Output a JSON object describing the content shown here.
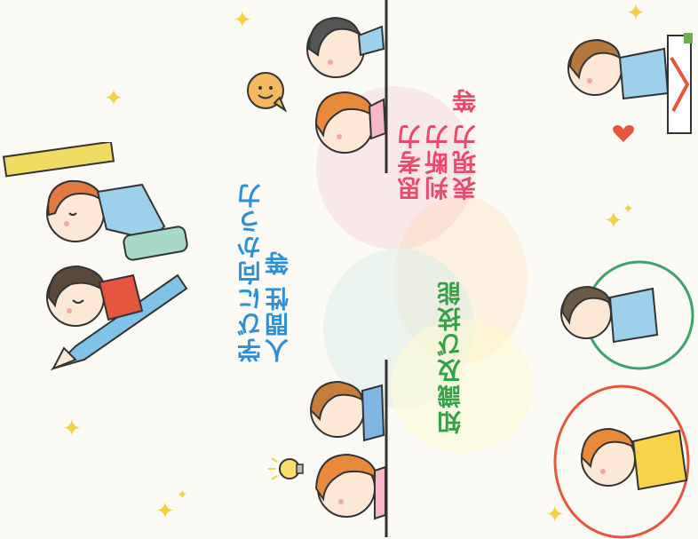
{
  "labels": {
    "manabi": [
      "学びに向かう力",
      "人間性 等"
    ],
    "shikou": [
      "思考力",
      "判断力",
      "表現力 等"
    ],
    "chishiki": [
      "知識及び技能"
    ]
  },
  "colors": {
    "manabi": "#2f8fd0",
    "shikou": "#e64a6c",
    "chishiki": "#36a144",
    "sparkle": "#f2d145"
  },
  "icons": [
    "sparkle-icon",
    "smiley-speech-bubble-icon",
    "lightbulb-icon",
    "heart-icon"
  ]
}
